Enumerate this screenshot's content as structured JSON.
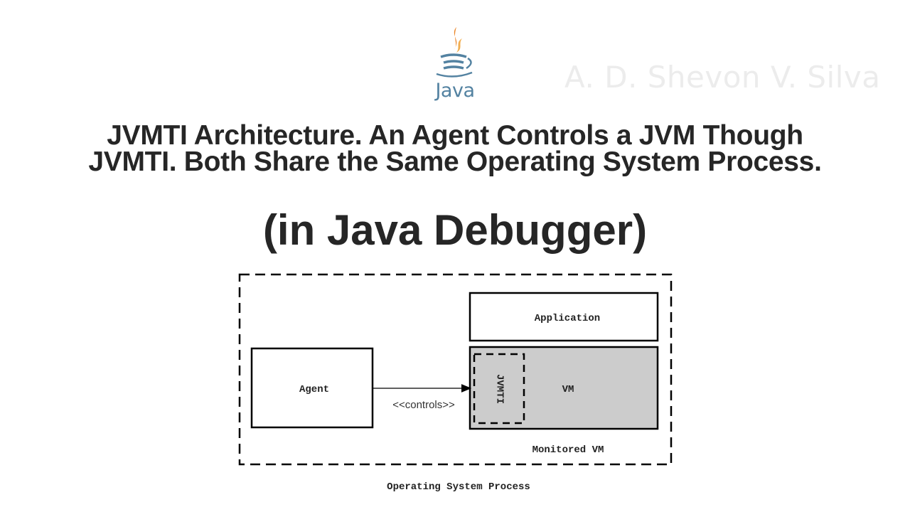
{
  "slide": {
    "logo": {
      "icon": "java-coffee-cup-icon",
      "label": "Java"
    },
    "watermark": "A. D. Shevon V. Silva",
    "title_lines": [
      "JVMTI Architecture. An Agent Controls a JVM Though",
      "JVMTI. Both Share the Same Operating System Process."
    ],
    "subtitle": "(in Java Debugger)"
  },
  "diagram": {
    "outer_container_label": "Operating System Process",
    "monitored_vm_label": "Monitored VM",
    "agent_label": "Agent",
    "application_label": "Application",
    "vm_label": "VM",
    "jvmti_label": "JVMTI",
    "edge_label": "<<controls>>",
    "colors": {
      "vm_fill": "#cccccc",
      "stroke": "#000000",
      "logo_blue": "#5382a1",
      "logo_orange": "#e76f00"
    }
  }
}
